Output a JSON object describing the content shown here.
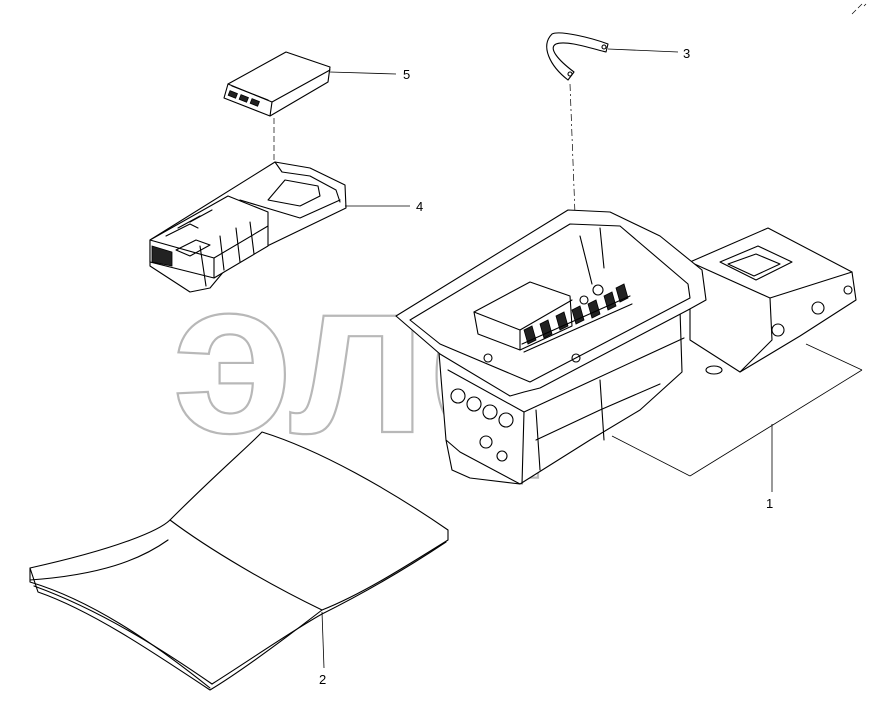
{
  "diagram": {
    "callouts": [
      {
        "id": "1",
        "label": "1"
      },
      {
        "id": "2",
        "label": "2"
      },
      {
        "id": "3",
        "label": "3"
      },
      {
        "id": "4",
        "label": "4"
      },
      {
        "id": "5",
        "label": "5"
      }
    ],
    "watermark": {
      "text": "элф",
      "mark": "™"
    }
  }
}
